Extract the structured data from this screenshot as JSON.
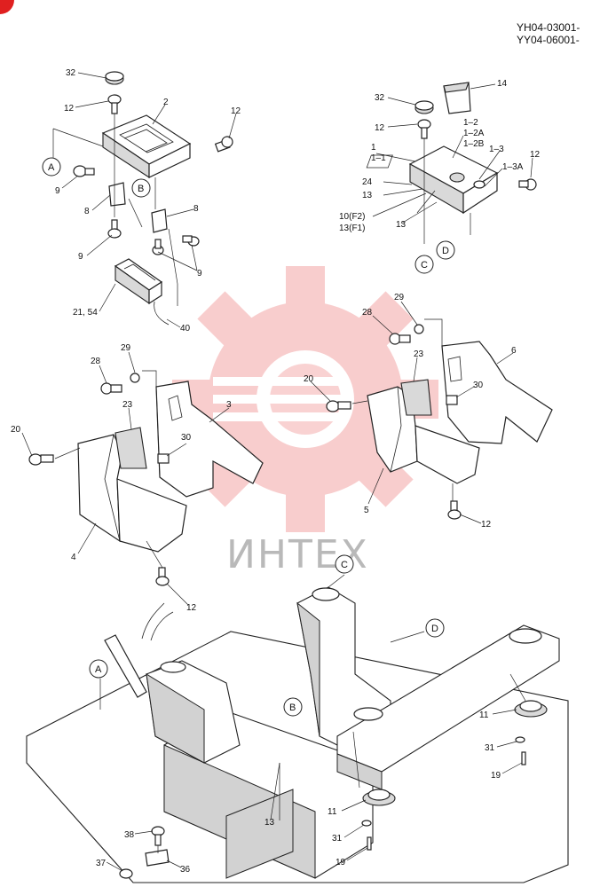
{
  "header": {
    "code_line1": "YH04-03001-",
    "code_line2": "YY04-06001-"
  },
  "watermark": {
    "text": "ИНТЕХ",
    "gear_color": "#f3a6a6"
  },
  "labels": {
    "l32a": "32",
    "l12a": "12",
    "l2": "2",
    "l12b": "12",
    "l9a": "9",
    "l8a": "8",
    "l9b": "9",
    "l8b": "8",
    "l9c": "9",
    "l2154": "21, 54",
    "l40": "40",
    "l14": "14",
    "l32b": "32",
    "l12c": "12",
    "l1_2": "1–2",
    "l1_2a": "1–2A",
    "l1_2b": "1–2B",
    "l1_3": "1–3",
    "l1_3a": "1–3A",
    "l1": "1",
    "l1_1": "1–1",
    "l12d": "12",
    "l24": "24",
    "l13a": "13",
    "l10f2": "10(F2)",
    "l13f1": "13(F1)",
    "l13b": "13",
    "l29a": "29",
    "l28a": "28",
    "l23a": "23",
    "l3": "3",
    "l20a": "20",
    "l30a": "30",
    "l4": "4",
    "l12e": "12",
    "l28b": "28",
    "l29b": "29",
    "l23b": "23",
    "l6": "6",
    "l20b": "20",
    "l30b": "30",
    "l5": "5",
    "l12f": "12",
    "l11a": "11",
    "l31a": "31",
    "l19a": "19",
    "l11b": "11",
    "l31b": "31",
    "l19b": "19",
    "l13c": "13",
    "l38": "38",
    "l37": "37",
    "l36": "36"
  },
  "refs": {
    "A1": "A",
    "B1": "B",
    "C1": "C",
    "D1": "D",
    "A2": "A",
    "B2": "B",
    "C2": "C",
    "D2": "D"
  }
}
